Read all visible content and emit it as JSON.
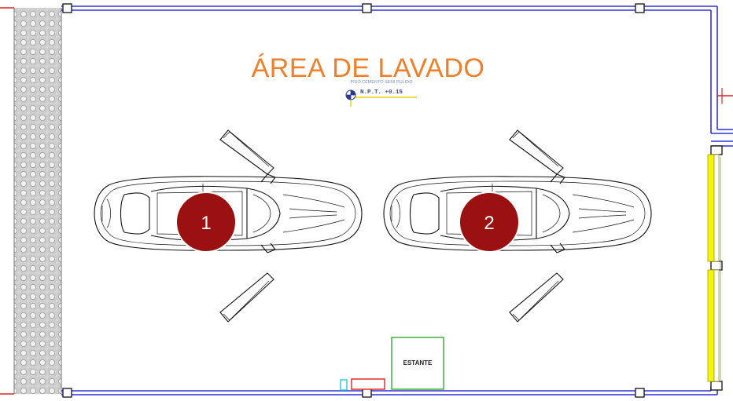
{
  "plan": {
    "area_title": "ÁREA DE LAVADO",
    "floor_finish": "PISO CEMENTO SEMI PULIDO",
    "level": "N.P.T. +0.15",
    "shelf_label": "ESTANTE",
    "colors": {
      "wall": "#3030d8",
      "title": "#f07f2a",
      "marker": "#9b1010",
      "door": "#f5f50a",
      "shelf": "#33aa33",
      "hatch": "#c8c8c8"
    }
  },
  "markers": [
    {
      "label": "1"
    },
    {
      "label": "2"
    }
  ]
}
